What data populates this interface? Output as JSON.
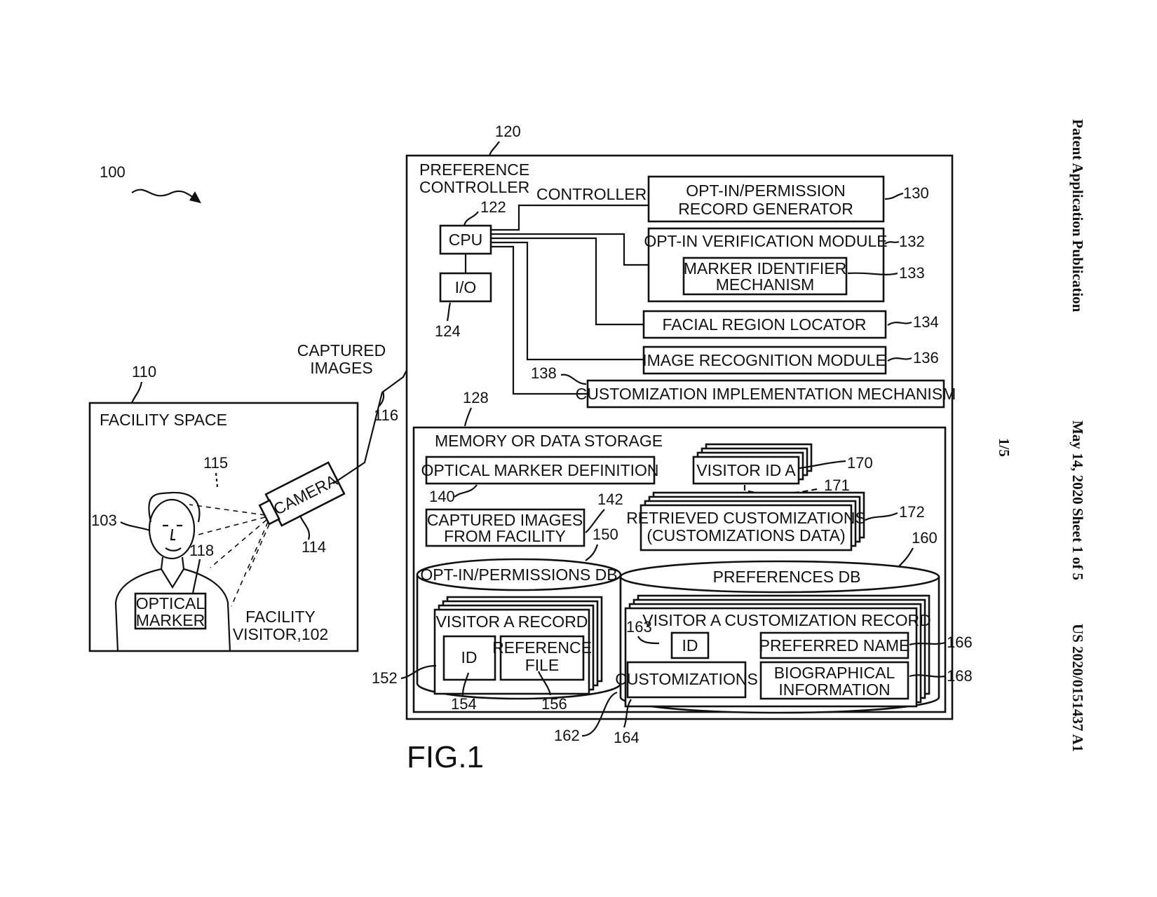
{
  "header": {
    "publication": "Patent Application Publication",
    "date_sheet": "May 14, 2020  Sheet 1 of 5",
    "pub_number": "US 2020/0151437 A1",
    "page_fraction": "1/5"
  },
  "figure_label": "FIG.1",
  "system_ref": "100",
  "facility": {
    "ref": "110",
    "title": "FACILITY SPACE",
    "visitor_ref": "103",
    "marker_line1": "OPTICAL",
    "marker_line2": "MARKER",
    "marker_ref": "118",
    "visitor_line1": "FACILITY",
    "visitor_line2": "VISITOR,102",
    "camera": "CAMERA",
    "camera_ref": "114",
    "fov_ref": "115"
  },
  "link": {
    "line1": "CAPTURED",
    "line2": "IMAGES",
    "ref": "116"
  },
  "controller": {
    "ref": "120",
    "title_line1": "PREFERENCE",
    "title_line2": "CONTROLLER",
    "bus_label": "CONTROLLER",
    "cpu": "CPU",
    "cpu_ref": "122",
    "io": "I/O",
    "io_ref": "124",
    "optin_gen_line1": "OPT-IN/PERMISSION",
    "optin_gen_line2": "RECORD GENERATOR",
    "optin_gen_ref": "130",
    "verify": "OPT-IN VERIFICATION MODULE",
    "verify_ref": "132",
    "marker_id_line1": "MARKER IDENTIFIER",
    "marker_id_line2": "MECHANISM",
    "marker_id_ref": "133",
    "facial": "FACIAL REGION LOCATOR",
    "facial_ref": "134",
    "recog": "IMAGE RECOGNITION MODULE",
    "recog_ref": "136",
    "custom_impl": "CUSTOMIZATION IMPLEMENTATION MECHANISM",
    "custom_impl_ref": "138"
  },
  "memory": {
    "ref": "128",
    "title": "MEMORY OR DATA STORAGE",
    "optical_def": "OPTICAL MARKER DEFINITION",
    "optical_def_ref": "140",
    "captured_line1": "CAPTURED IMAGES",
    "captured_line2": "FROM FACILITY",
    "captured_ref": "142",
    "visitor_id": "VISITOR ID A",
    "visitor_id_ref": "170",
    "link_ref": "171",
    "retrieved_line1": "RETRIEVED CUSTOMIZATIONS",
    "retrieved_line2": "(CUSTOMIZATIONS DATA)",
    "retrieved_ref": "172",
    "optin_db": "OPT-IN/PERMISSIONS DB",
    "optin_db_ref": "150",
    "visitor_record": "VISITOR A RECORD",
    "record_ref": "152",
    "id": "ID",
    "id_ref": "154",
    "ref_file_line1": "REFERENCE",
    "ref_file_line2": "FILE",
    "ref_file_ref": "156",
    "pref_db": "PREFERENCES DB",
    "pref_db_ref": "160",
    "cust_record": "VISITOR A CUSTOMIZATION RECORD",
    "cust_record_ref": "162",
    "cust_id": "ID",
    "cust_id_ref": "163",
    "preferred_name": "PREFERRED NAME",
    "preferred_name_ref": "166",
    "customizations": "CUSTOMIZATIONS",
    "customizations_ref": "164",
    "bio_line1": "BIOGRAPHICAL",
    "bio_line2": "INFORMATION",
    "bio_ref": "168"
  }
}
